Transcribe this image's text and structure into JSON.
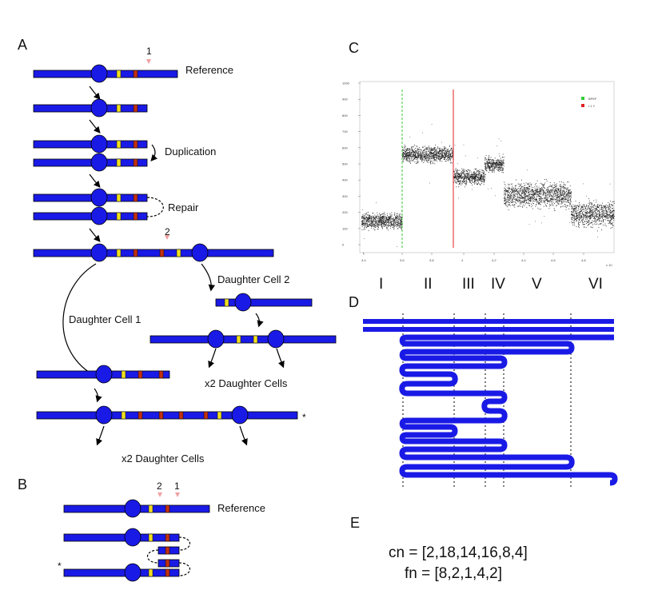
{
  "panels": {
    "a": "A",
    "b": "B",
    "c": "C",
    "d": "D",
    "e": "E"
  },
  "panel_a": {
    "site_1": "1",
    "site_2": "2",
    "reference": "Reference",
    "duplication": "Duplication",
    "repair": "Repair",
    "daughter_cell_1": "Daughter Cell 1",
    "daughter_cell_2": "Daughter Cell 2",
    "x2_daughter_cells_right": "x2 Daughter Cells",
    "x2_daughter_cells_bottom": "x2 Daughter Cells",
    "star": "*"
  },
  "panel_b": {
    "site_2": "2",
    "site_1": "1",
    "reference": "Reference",
    "star": "*"
  },
  "panel_c": {
    "regions": [
      "I",
      "II",
      "III",
      "IV",
      "V",
      "VI"
    ],
    "legend": [
      {
        "label": "BPEF",
        "color": "#33cc33"
      },
      {
        "label": "t 1 Y",
        "color": "#e02020"
      }
    ],
    "xlabel": "x 10",
    "y_ticks": [
      "1000",
      "900",
      "800",
      "700",
      "600",
      "500",
      "400",
      "300",
      "200",
      "100",
      "0"
    ],
    "x_ticks": [
      "3.4",
      "3.6",
      "3.8",
      "4",
      "4.2",
      "4.4",
      "4.6",
      "4.8"
    ]
  },
  "chart_data": {
    "type": "scatter",
    "title": "",
    "xlabel": "x 10",
    "ylabel": "",
    "ylim": [
      0,
      1000
    ],
    "regions": [
      {
        "name": "I",
        "level": 150
      },
      {
        "name": "II",
        "level": 560
      },
      {
        "name": "III",
        "level": 420
      },
      {
        "name": "IV",
        "level": 500
      },
      {
        "name": "V",
        "level": 310
      },
      {
        "name": "VI",
        "level": 190
      }
    ],
    "vertical_lines": [
      {
        "series": "BPEF",
        "color": "#33cc33"
      },
      {
        "series": "t 1 Y",
        "color": "#e02020"
      }
    ],
    "grid": false,
    "legend_position": "top-right"
  },
  "panel_e": {
    "cn": "cn = [2,18,14,16,8,4]",
    "fn": "fn = [8,2,1,4,2]"
  },
  "colors": {
    "chromosome": "#1a1ae6",
    "centromere": "#1a1ae6",
    "marker_yellow": "#f0e020",
    "marker_red": "#c03010",
    "pointer": "#f2a0a0",
    "bfb_path": "#1a1ae6"
  }
}
